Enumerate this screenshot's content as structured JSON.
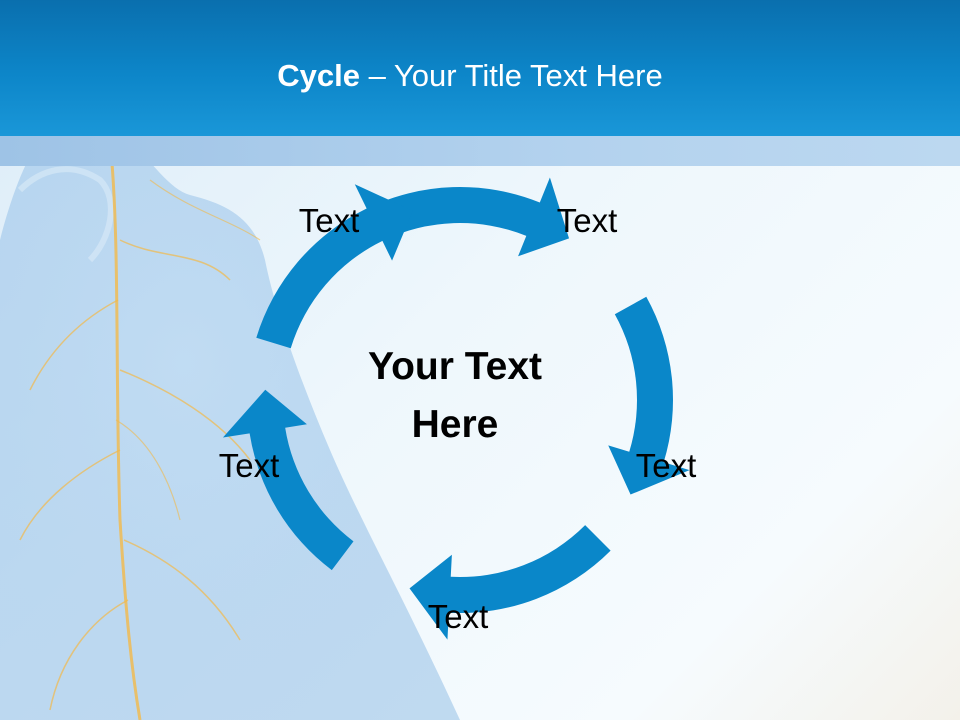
{
  "slide": {
    "title_bold": "Cycle",
    "title_rest": " – Your Title Text Here",
    "center_text": "Your Text Here",
    "nodes": [
      {
        "label": "Text"
      },
      {
        "label": "Text"
      },
      {
        "label": "Text"
      },
      {
        "label": "Text"
      },
      {
        "label": "Text"
      }
    ]
  },
  "colors": {
    "header": "#0d86c9",
    "arrow": "#0a87c9",
    "nerve": "#f2b94a"
  }
}
